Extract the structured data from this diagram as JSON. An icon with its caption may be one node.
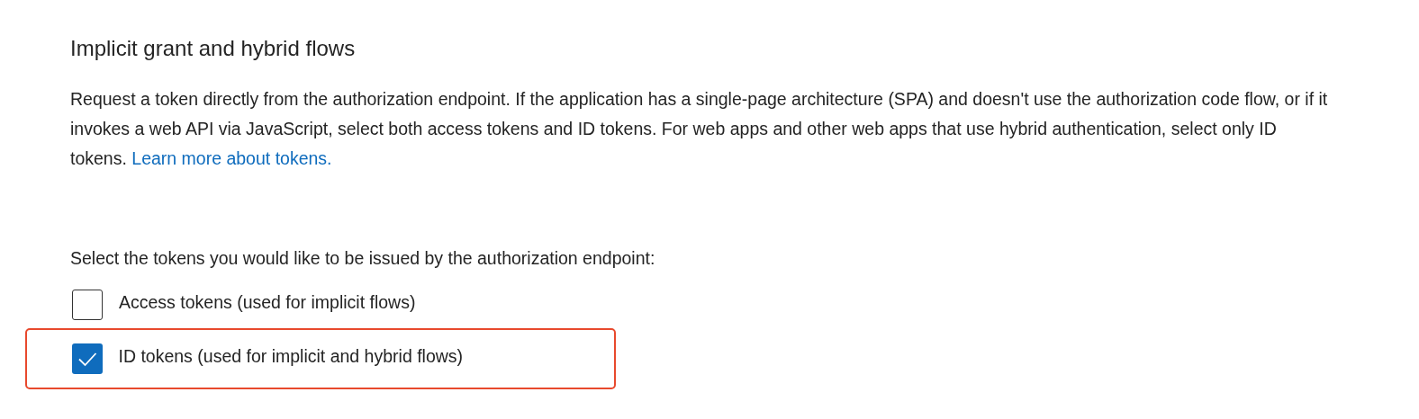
{
  "diagram": {
    "title": "Implicit grant and hybrid flows",
    "nodes": [
      {
        "text": [
          "ID tokens (used for implicit and hybrid flows)"
        ]
      }
    ],
    "labels": [
      "Request a token directly from the authorization endpoint. If the application has a single-page architecture (SPA) and doesn't use the authorization code flow, or if it invokes a web API via JavaScript, select both access tokens and ID tokens. For web apps and other web apps that use hybrid authentication, select only ID tokens.",
      "Learn more about tokens.",
      "Select the tokens you would like to be issued by the authorization endpoint:",
      "Access tokens (used for implicit flows)"
    ]
  }
}
